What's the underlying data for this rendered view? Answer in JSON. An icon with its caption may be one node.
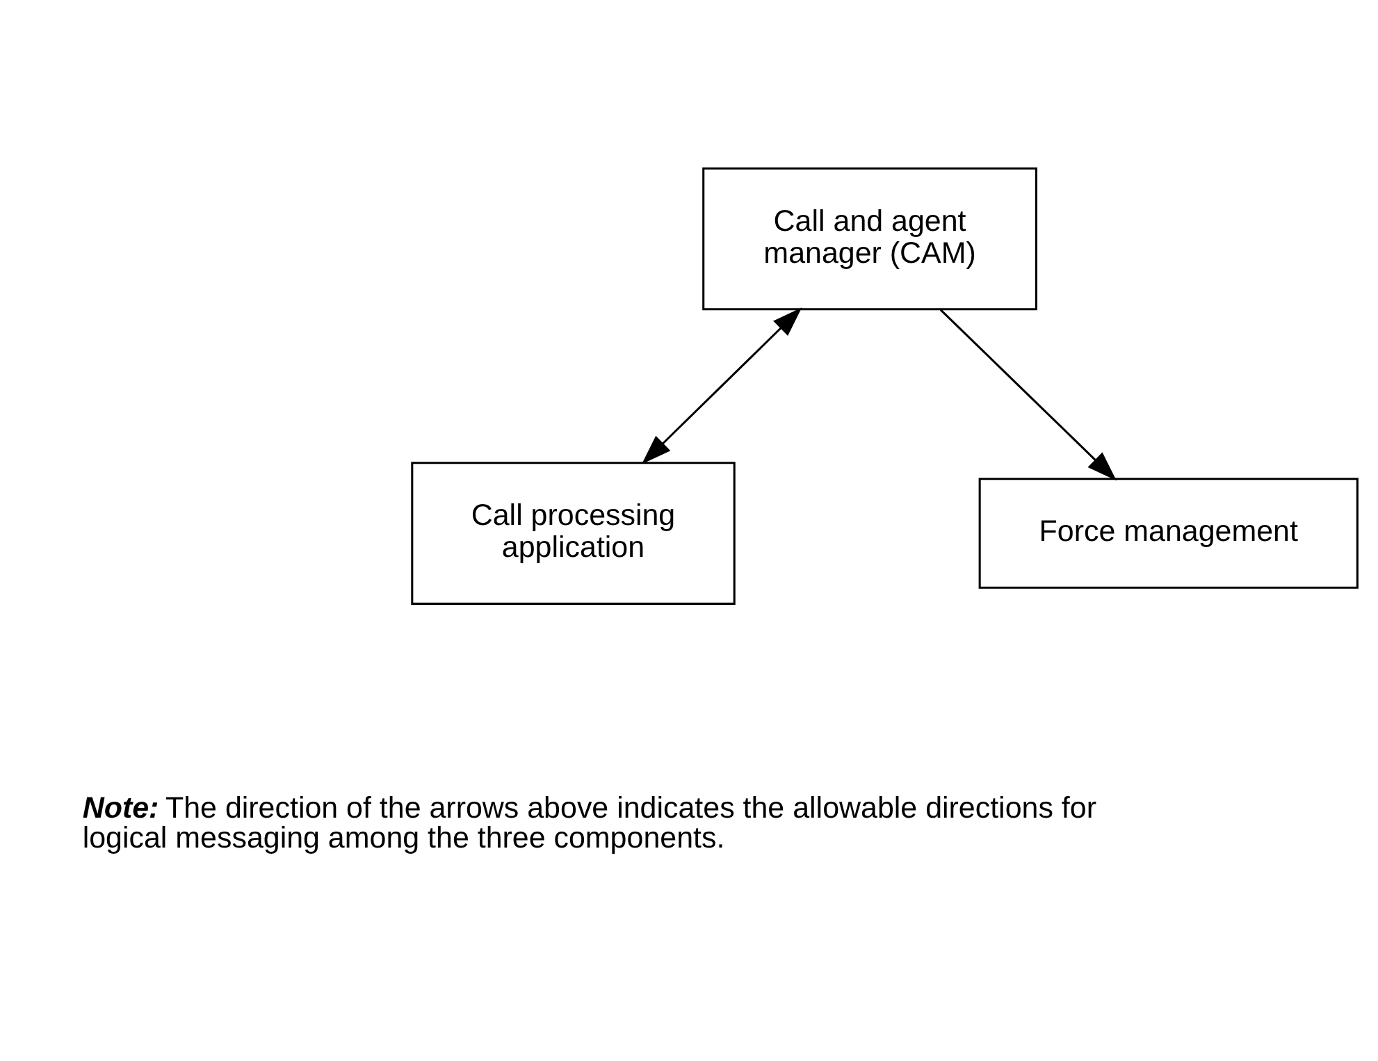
{
  "diagram": {
    "nodes": [
      {
        "text": [
          "Call and agent manager (CAM)"
        ]
      },
      {
        "text": [
          "Call processing application"
        ]
      },
      {
        "text": [
          "Force management"
        ]
      }
    ],
    "edges": [
      {
        "from": 0,
        "to": 1,
        "arrow": "both"
      },
      {
        "from": 0,
        "to": 2,
        "arrow": "to"
      }
    ],
    "labels": [
      "**Note:** The direction of the arrows above indicates the allowable directions for logical messaging among the three components."
    ]
  }
}
